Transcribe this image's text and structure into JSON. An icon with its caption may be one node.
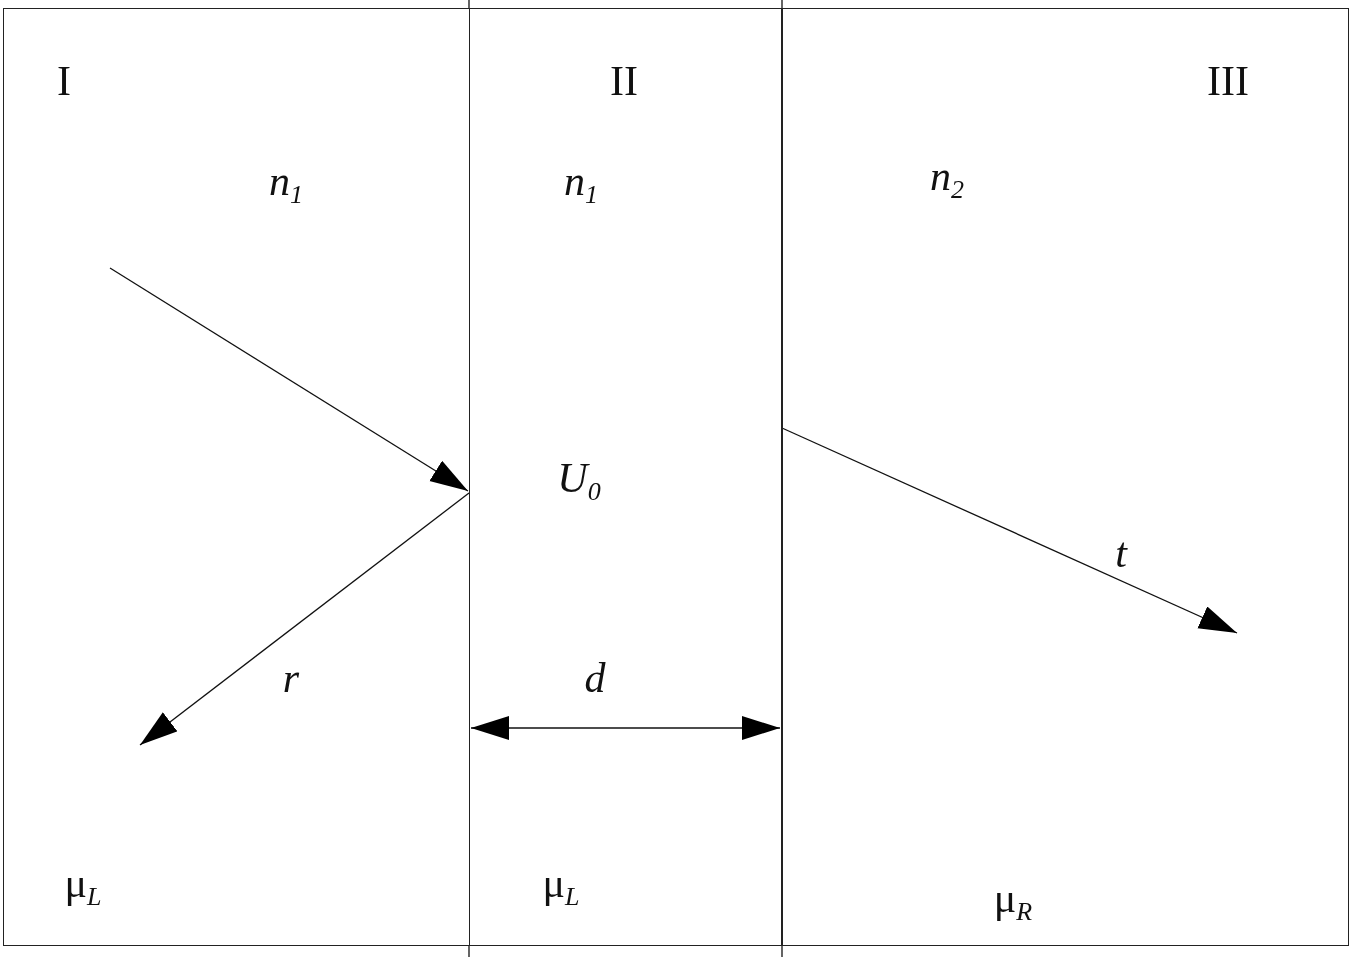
{
  "diagram": {
    "nodes": [
      {
        "text": [
          "I",
          "*n*$_{1}$",
          "μ$_{L}$"
        ]
      },
      {
        "text": [
          "II",
          "*n*$_{1}$",
          "*U*$_{0}$",
          "μ$_{L}$"
        ]
      },
      {
        "text": [
          "III",
          "*n*$_{2}$",
          "μ$_{R}$"
        ]
      }
    ],
    "edges": [
      {
        "from": 0,
        "to": 1,
        "arrow": "to"
      },
      {
        "from": 1,
        "to": 0,
        "arrow": "to",
        "label": "*r*"
      },
      {
        "from": 1,
        "to": 2,
        "arrow": "to",
        "label": "*t*"
      }
    ],
    "labels": [
      "*d*"
    ]
  }
}
